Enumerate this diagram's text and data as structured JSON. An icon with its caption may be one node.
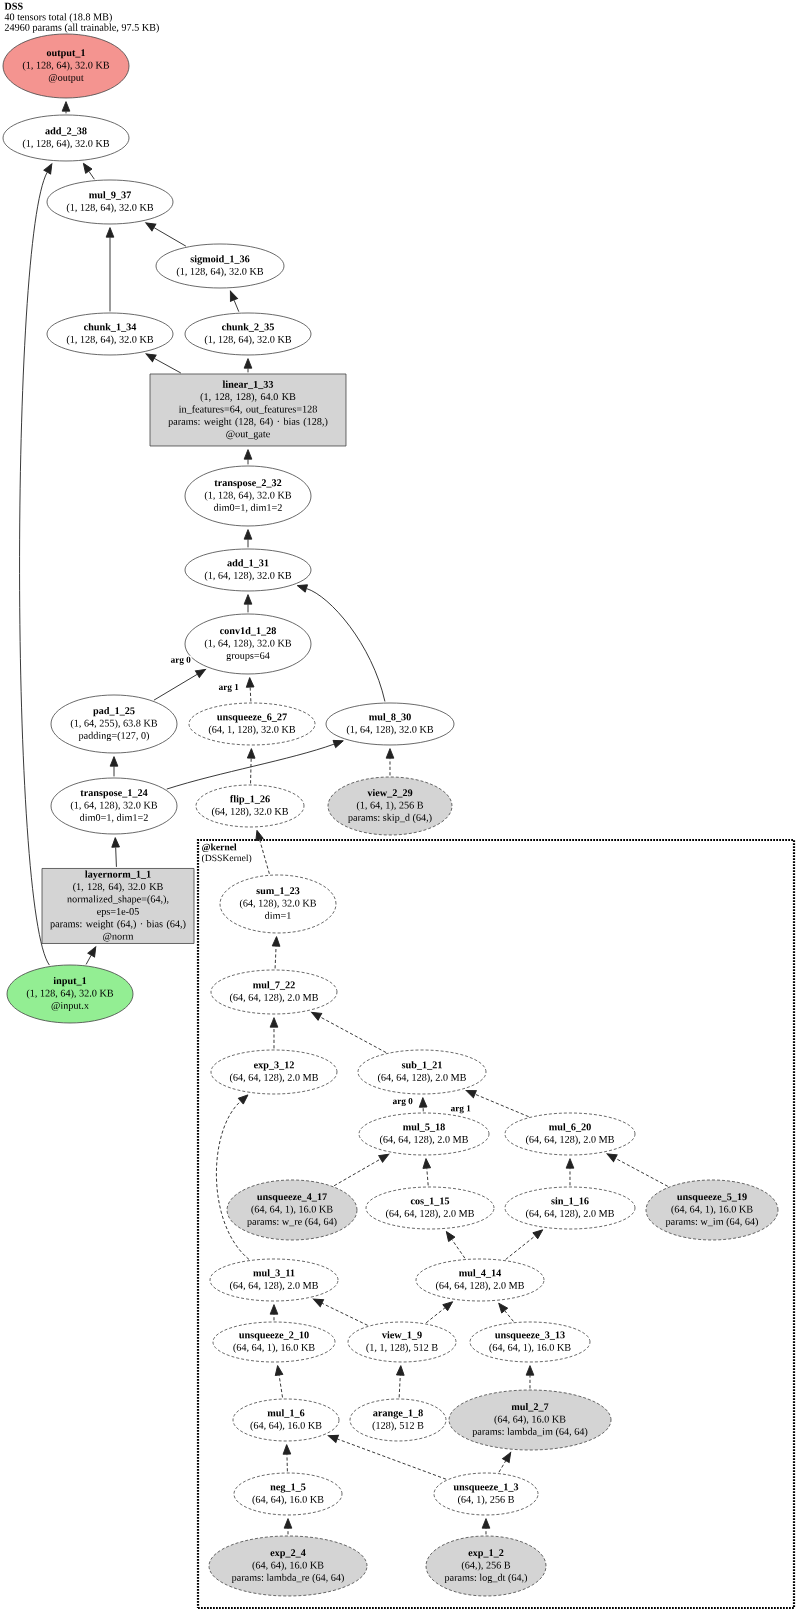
{
  "diagram": {
    "title": "DSS",
    "labels": [
      "40 tensors total (18.8 MB)",
      "24960 params (all trainable, 97.5 KB)"
    ],
    "nodes": [
      {
        "text": [
          "output_1",
          "(1, 128, 64), 32.0 KB",
          "@output"
        ]
      },
      {
        "text": [
          "add_2_38",
          "(1, 128, 64), 32.0 KB"
        ]
      },
      {
        "text": [
          "mul_9_37",
          "(1, 128, 64), 32.0 KB"
        ]
      },
      {
        "text": [
          "sigmoid_1_36",
          "(1, 128, 64), 32.0 KB"
        ]
      },
      {
        "text": [
          "chunk_1_34",
          "(1, 128, 64), 32.0 KB"
        ]
      },
      {
        "text": [
          "chunk_2_35",
          "(1, 128, 64), 32.0 KB"
        ]
      },
      {
        "text": [
          "linear_1_33",
          "(1, 128, 128), 64.0 KB",
          "in_features=64, out_features=128",
          "params: weight (128, 64) · bias (128,)",
          "@out_gate"
        ]
      },
      {
        "text": [
          "transpose_2_32",
          "(1, 128, 64), 32.0 KB",
          "dim0=1, dim1=2"
        ]
      },
      {
        "text": [
          "add_1_31",
          "(1, 64, 128), 32.0 KB"
        ]
      },
      {
        "text": [
          "conv1d_1_28",
          "(1, 64, 128), 32.0 KB",
          "groups=64"
        ]
      },
      {
        "text": [
          "pad_1_25",
          "(1, 64, 255), 63.8 KB",
          "padding=(127, 0)"
        ]
      },
      {
        "text": [
          "unsqueeze_6_27",
          "(64, 1, 128), 32.0 KB"
        ]
      },
      {
        "text": [
          "mul_8_30",
          "(1, 64, 128), 32.0 KB"
        ]
      },
      {
        "text": [
          "transpose_1_24",
          "(1, 64, 128), 32.0 KB",
          "dim0=1, dim1=2"
        ]
      },
      {
        "text": [
          "flip_1_26",
          "(64, 128), 32.0 KB"
        ]
      },
      {
        "text": [
          "view_2_29",
          "(1, 64, 1), 256 B",
          "params: skip_d (64,)"
        ]
      },
      {
        "text": [
          "layernorm_1_1",
          "(1, 128, 64), 32.0 KB",
          "normalized_shape=(64,), eps=1e-05",
          "params: weight (64,) · bias (64,)",
          "@norm"
        ]
      },
      {
        "text": [
          "input_1",
          "(1, 128, 64), 32.0 KB",
          "@input.x"
        ]
      },
      {
        "text": [
          "@kernel",
          "(DSSKernel)"
        ]
      },
      {
        "text": [
          "sum_1_23",
          "(64, 128), 32.0 KB",
          "dim=1"
        ],
        "in": 18
      },
      {
        "text": [
          "mul_7_22",
          "(64, 64, 128), 2.0 MB"
        ],
        "in": 18
      },
      {
        "text": [
          "exp_3_12",
          "(64, 64, 128), 2.0 MB"
        ],
        "in": 18
      },
      {
        "text": [
          "sub_1_21",
          "(64, 64, 128), 2.0 MB"
        ],
        "in": 18
      },
      {
        "text": [
          "mul_5_18",
          "(64, 64, 128), 2.0 MB"
        ],
        "in": 18
      },
      {
        "text": [
          "mul_6_20",
          "(64, 64, 128), 2.0 MB"
        ],
        "in": 18
      },
      {
        "text": [
          "unsqueeze_4_17",
          "(64, 64, 1), 16.0 KB",
          "params: w_re (64, 64)"
        ],
        "in": 18
      },
      {
        "text": [
          "cos_1_15",
          "(64, 64, 128), 2.0 MB"
        ],
        "in": 18
      },
      {
        "text": [
          "sin_1_16",
          "(64, 64, 128), 2.0 MB"
        ],
        "in": 18
      },
      {
        "text": [
          "unsqueeze_5_19",
          "(64, 64, 1), 16.0 KB",
          "params: w_im (64, 64)"
        ],
        "in": 18
      },
      {
        "text": [
          "mul_3_11",
          "(64, 64, 128), 2.0 MB"
        ],
        "in": 18
      },
      {
        "text": [
          "mul_4_14",
          "(64, 64, 128), 2.0 MB"
        ],
        "in": 18
      },
      {
        "text": [
          "unsqueeze_2_10",
          "(64, 64, 1), 16.0 KB"
        ],
        "in": 18
      },
      {
        "text": [
          "view_1_9",
          "(1, 1, 128), 512 B"
        ],
        "in": 18
      },
      {
        "text": [
          "unsqueeze_3_13",
          "(64, 64, 1), 16.0 KB"
        ],
        "in": 18
      },
      {
        "text": [
          "mul_1_6",
          "(64, 64), 16.0 KB"
        ],
        "in": 18
      },
      {
        "text": [
          "arange_1_8",
          "(128), 512 B"
        ],
        "in": 18
      },
      {
        "text": [
          "mul_2_7",
          "(64, 64), 16.0 KB",
          "params: lambda_im (64, 64)"
        ],
        "in": 18
      },
      {
        "text": [
          "neg_1_5",
          "(64, 64), 16.0 KB"
        ],
        "in": 18
      },
      {
        "text": [
          "unsqueeze_1_3",
          "(64, 1), 256 B"
        ],
        "in": 18
      },
      {
        "text": [
          "exp_2_4",
          "(64, 64), 16.0 KB",
          "params: lambda_re (64, 64)"
        ],
        "in": 18
      },
      {
        "text": [
          "exp_1_2",
          "(64,), 256 B",
          "params: log_dt (64,)"
        ],
        "in": 18
      }
    ],
    "edges": [
      {
        "from": 1,
        "to": 0,
        "arrow": "to"
      },
      {
        "from": 2,
        "to": 1,
        "arrow": "to"
      },
      {
        "from": 17,
        "to": 1,
        "arrow": "to"
      },
      {
        "from": 4,
        "to": 2,
        "arrow": "to"
      },
      {
        "from": 3,
        "to": 2,
        "arrow": "to"
      },
      {
        "from": 5,
        "to": 3,
        "arrow": "to"
      },
      {
        "from": 6,
        "to": 4,
        "arrow": "to"
      },
      {
        "from": 6,
        "to": 5,
        "arrow": "to"
      },
      {
        "from": 7,
        "to": 6,
        "arrow": "to"
      },
      {
        "from": 8,
        "to": 7,
        "arrow": "to"
      },
      {
        "from": 9,
        "to": 8,
        "arrow": "to"
      },
      {
        "from": 12,
        "to": 8,
        "arrow": "to"
      },
      {
        "from": 10,
        "to": 9,
        "arrow": "to",
        "label": "arg 0"
      },
      {
        "from": 11,
        "to": 9,
        "arrow": "to",
        "label": "arg 1",
        "style": "dashed"
      },
      {
        "from": 13,
        "to": 10,
        "arrow": "to"
      },
      {
        "from": 13,
        "to": 12,
        "arrow": "to"
      },
      {
        "from": 14,
        "to": 11,
        "arrow": "to",
        "style": "dashed"
      },
      {
        "from": 15,
        "to": 12,
        "arrow": "to",
        "style": "dashed"
      },
      {
        "from": 16,
        "to": 13,
        "arrow": "to"
      },
      {
        "from": 17,
        "to": 16,
        "arrow": "to"
      },
      {
        "from": 19,
        "to": 14,
        "arrow": "to",
        "style": "dashed"
      },
      {
        "from": 20,
        "to": 19,
        "arrow": "to",
        "style": "dashed"
      },
      {
        "from": 21,
        "to": 20,
        "arrow": "to",
        "style": "dashed"
      },
      {
        "from": 22,
        "to": 20,
        "arrow": "to",
        "style": "dashed"
      },
      {
        "from": 23,
        "to": 22,
        "arrow": "to",
        "label": "arg 0",
        "style": "dashed"
      },
      {
        "from": 24,
        "to": 22,
        "arrow": "to",
        "label": "arg 1",
        "style": "dashed"
      },
      {
        "from": 25,
        "to": 23,
        "arrow": "to",
        "style": "dashed"
      },
      {
        "from": 26,
        "to": 23,
        "arrow": "to",
        "style": "dashed"
      },
      {
        "from": 27,
        "to": 24,
        "arrow": "to",
        "style": "dashed"
      },
      {
        "from": 28,
        "to": 24,
        "arrow": "to",
        "style": "dashed"
      },
      {
        "from": 30,
        "to": 26,
        "arrow": "to",
        "style": "dashed"
      },
      {
        "from": 30,
        "to": 27,
        "arrow": "to",
        "style": "dashed"
      },
      {
        "from": 29,
        "to": 21,
        "arrow": "to",
        "style": "dashed"
      },
      {
        "from": 31,
        "to": 29,
        "arrow": "to",
        "style": "dashed"
      },
      {
        "from": 32,
        "to": 29,
        "arrow": "to",
        "style": "dashed"
      },
      {
        "from": 32,
        "to": 30,
        "arrow": "to",
        "style": "dashed"
      },
      {
        "from": 33,
        "to": 30,
        "arrow": "to",
        "style": "dashed"
      },
      {
        "from": 34,
        "to": 31,
        "arrow": "to",
        "style": "dashed"
      },
      {
        "from": 35,
        "to": 32,
        "arrow": "to",
        "style": "dashed"
      },
      {
        "from": 36,
        "to": 33,
        "arrow": "to",
        "style": "dashed"
      },
      {
        "from": 37,
        "to": 34,
        "arrow": "to",
        "style": "dashed"
      },
      {
        "from": 38,
        "to": 34,
        "arrow": "to",
        "style": "dashed"
      },
      {
        "from": 38,
        "to": 36,
        "arrow": "to",
        "style": "dashed"
      },
      {
        "from": 39,
        "to": 37,
        "arrow": "to",
        "style": "dashed"
      },
      {
        "from": 40,
        "to": 38,
        "arrow": "to",
        "style": "dashed"
      }
    ]
  }
}
